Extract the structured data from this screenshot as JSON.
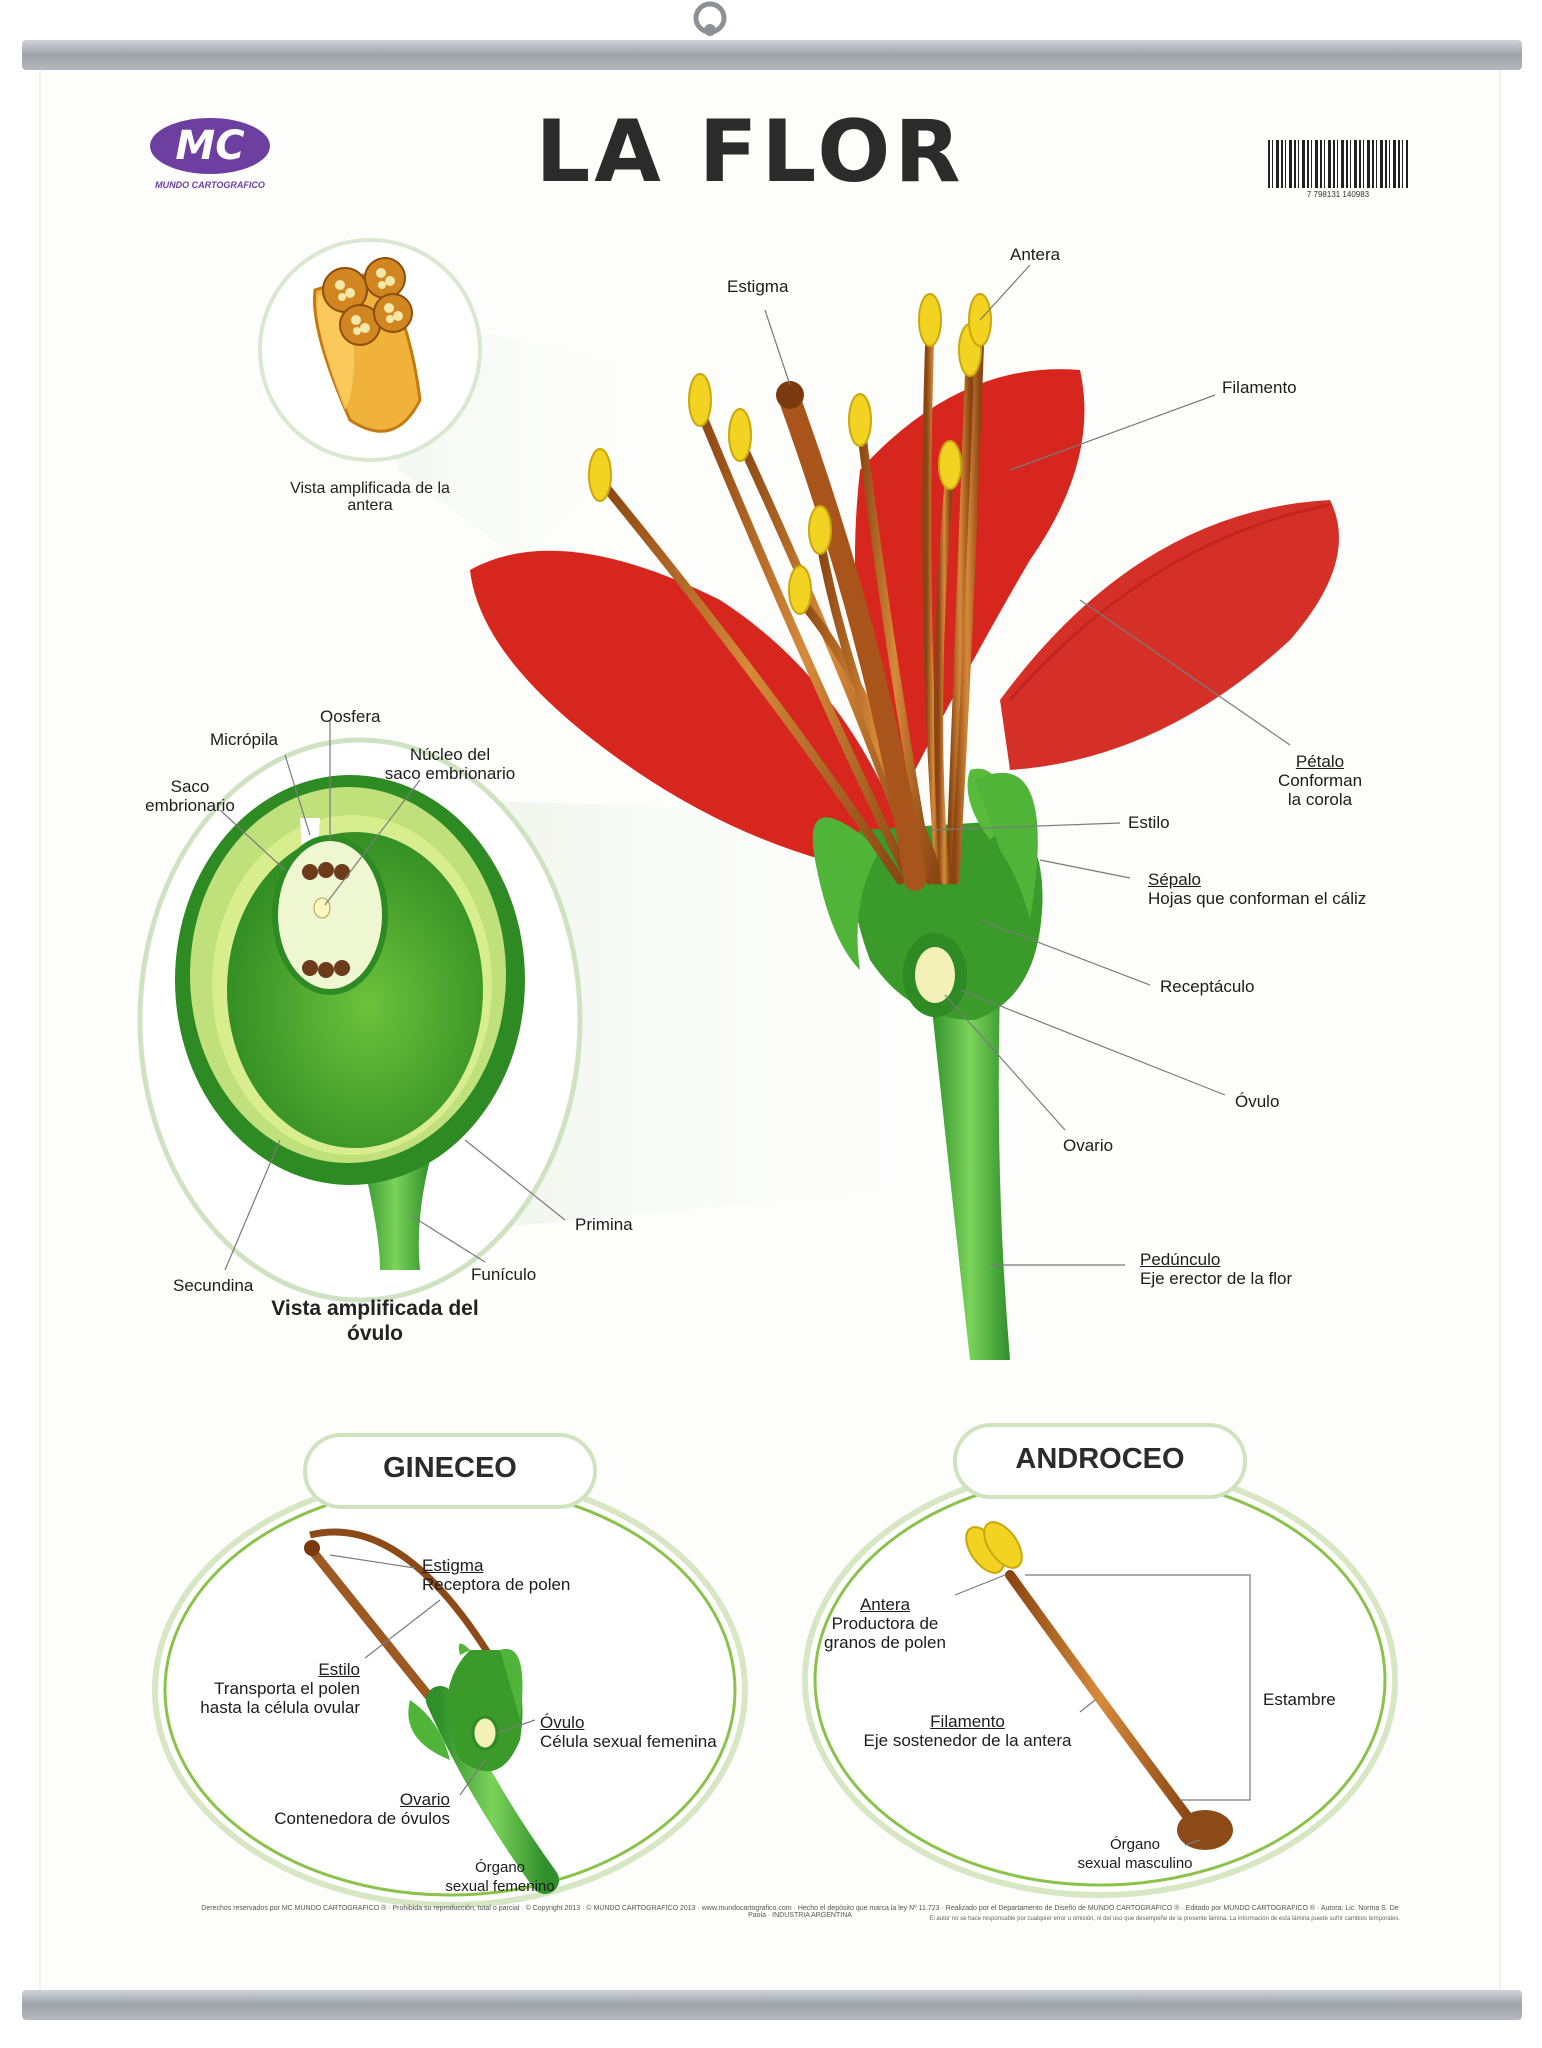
{
  "title": "LA FLOR",
  "logo": {
    "mark": "MC",
    "name": "MUNDO CARTOGRAFICO"
  },
  "barcode": {
    "icon": "barcode-icon",
    "number": "7 798131 140983"
  },
  "anther_view": {
    "caption": [
      "Vista amplificada",
      "de la antera"
    ]
  },
  "flower_labels": {
    "estigma": "Estigma",
    "antera": "Antera",
    "filamento": "Filamento",
    "petalo": {
      "title": "Pétalo",
      "desc": [
        "Conforman",
        "la corola"
      ]
    },
    "estilo": "Estilo",
    "sepalo": {
      "title": "Sépalo",
      "desc": "Hojas que conforman el cáliz"
    },
    "receptaculo": "Receptáculo",
    "ovulo": "Óvulo",
    "ovario": "Ovario",
    "pedunculo": {
      "title": "Pedúnculo",
      "desc": "Eje erector de la flor"
    }
  },
  "ovule_view": {
    "oosfera": "Oosfera",
    "micropila": "Micrópila",
    "nucleo": [
      "Núcleo del",
      "saco embrionario"
    ],
    "saco": [
      "Saco",
      "embrionario"
    ],
    "primina": "Primina",
    "funiculo": "Funículo",
    "secundina": "Secundina",
    "caption": [
      "Vista amplificada",
      "del óvulo"
    ]
  },
  "gineceo": {
    "title": "GINECEO",
    "estigma": {
      "title": "Estigma",
      "desc": "Receptora de polen"
    },
    "estilo": {
      "title": "Estilo",
      "desc": [
        "Transporta el polen",
        "hasta la célula ovular"
      ]
    },
    "ovulo": {
      "title": "Óvulo",
      "desc": "Célula sexual femenina"
    },
    "ovario": {
      "title": "Ovario",
      "desc": "Contenedora de óvulos"
    },
    "organo": [
      "Órgano",
      "sexual femenino"
    ]
  },
  "androceo": {
    "title": "ANDROCEO",
    "antera": {
      "title": "Antera",
      "desc": [
        "Productora de",
        "granos de polen"
      ]
    },
    "filamento": {
      "title": "Filamento",
      "desc": "Eje sostenedor de la antera"
    },
    "estambre": "Estambre",
    "organo": [
      "Órgano",
      "sexual masculino"
    ]
  },
  "footer": "Derechos reservados por MC MUNDO CARTOGRAFICO ® · Prohibida su reproducción, total o parcial · © Copyright 2013 · © MUNDO CARTOGRAFICO 2013 · www.mundocartografico.com · Hecho el depósito que marca la ley Nº 11.723 · Realizado por el Departamento de Diseño de MUNDO CARTOGRAFICO ® · Editado por MUNDO CARTOGRAFICO ® · Autora: Lic. Norma S. De Paola · INDUSTRIA ARGENTINA",
  "footer2": "El autor no se hace responsable por cualquier error u omisión, ni del uso que desempeñe de la presente lámina. La información de esta lámina puede sufrir cambios temporales.",
  "colors": {
    "petal": "#d7261e",
    "stem": "#3aa832",
    "anther": "#f2d321",
    "filament": "#b8651d",
    "title": "#2b2b2b",
    "logo": "#6d3fa0"
  }
}
